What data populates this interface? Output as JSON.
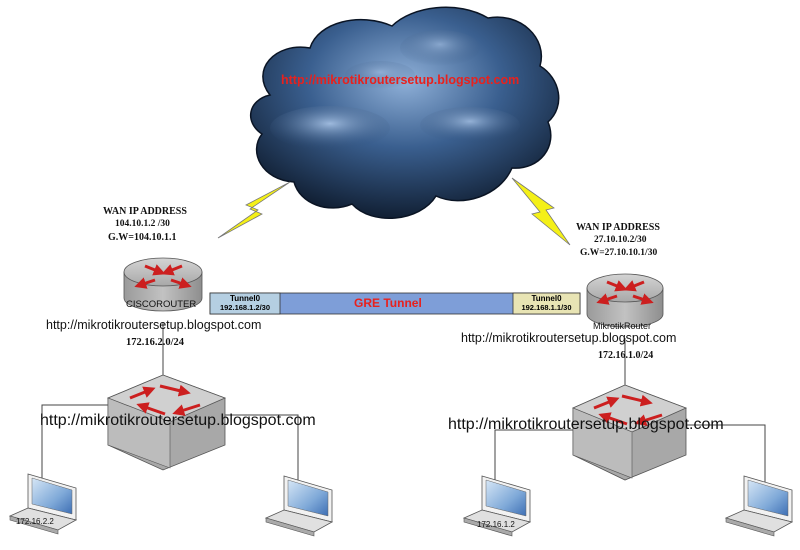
{
  "cloud": {
    "url": "http://mikrotikroutersetup.blogspot.com",
    "url_color": "#e8211d"
  },
  "left_router": {
    "name": "CISCOROUTER",
    "wan_title": "WAN IP ADDRESS",
    "wan_ip": "104.10.1.2 /30",
    "gateway": "G.W=104.10.1.1",
    "url": "http://mikrotikroutersetup.blogspot.com",
    "subnet": "172.16.2.0/24"
  },
  "right_router": {
    "name": "MikrotikRouter",
    "wan_title": "WAN IP ADDRESS",
    "wan_ip": "27.10.10.2/30",
    "gateway": "G.W=27.10.10.1/30",
    "url": "http://mikrotikroutersetup.blogspot.com",
    "subnet": "172.16.1.0/24"
  },
  "tunnel": {
    "label": "GRE Tunnel",
    "label_color": "#e8211d",
    "bar_color": "#7e9ed8",
    "left_end": {
      "name": "Tunnel0",
      "ip": "192.168.1.2/30",
      "color": "#b5cfe2"
    },
    "right_end": {
      "name": "Tunnel0",
      "ip": "192.168.1.1/30",
      "color": "#e8e4b4"
    }
  },
  "left_switch": {
    "url": "http://mikrotikroutersetup.blogspot.com"
  },
  "right_switch": {
    "url": "http://mikrotikroutersetup.blogspot.com"
  },
  "laptops": {
    "left_a": {
      "ip": "172.16.2.2"
    },
    "right_a": {
      "ip": "172.16.1.2"
    }
  },
  "colors": {
    "device_body": "#b8b8b8",
    "arrow_red": "#cc1f1f",
    "lightning": "#f4f018",
    "cloud_dark": "#0d1a2e",
    "cloud_mid": "#2d4f7a",
    "cloud_light": "#7a9cc6"
  }
}
